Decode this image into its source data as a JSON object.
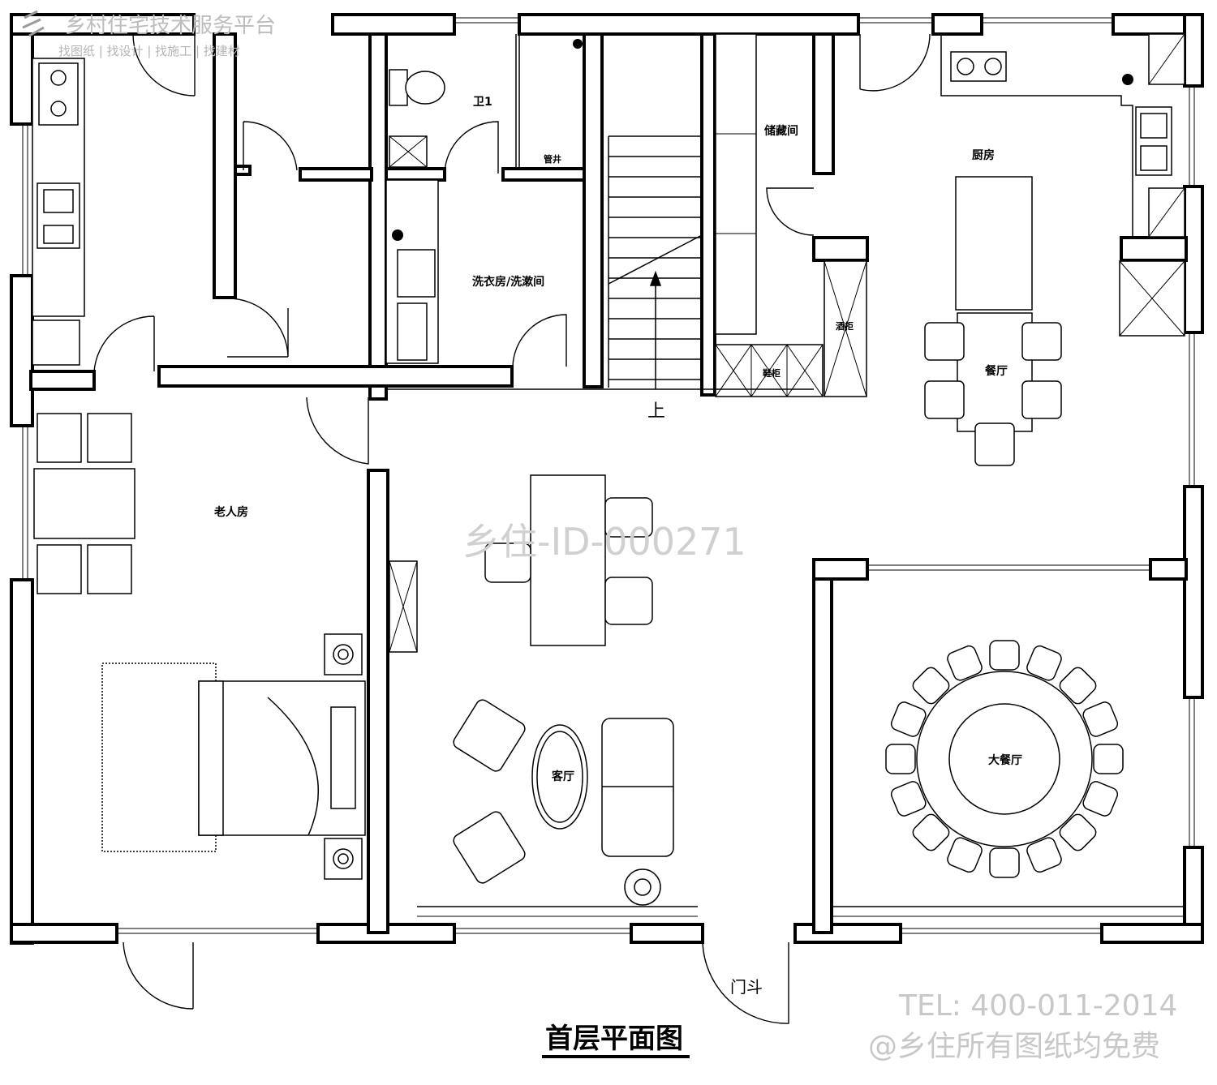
{
  "watermark": {
    "brand": "乡村住宅技术服务平台",
    "services": "找图纸 | 找设计 | 找施工 | 找建材",
    "id": "乡住-ID-000271",
    "tel": "TEL: 400-011-2014",
    "free": "@乡住所有图纸均免费"
  },
  "plan_title": "首层平面图",
  "rooms": {
    "bath1": "卫1",
    "laundry": "洗衣房/洗漱间",
    "storage": "储藏间",
    "kitchen": "厨房",
    "dining": "餐厅",
    "elder_room": "老人房",
    "living": "客厅",
    "banquet": "大餐厅",
    "vestibule": "门斗",
    "stair_up": "上",
    "cabinet1": "酒柜",
    "cabinet2": "鞋柜",
    "duct": "管井"
  }
}
